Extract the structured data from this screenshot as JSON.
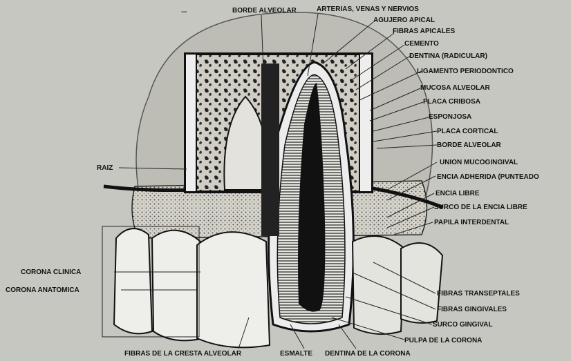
{
  "labels": {
    "top_blurred": "...",
    "borde_alveolar_top": "BORDE ALVEOLAR",
    "arterias": "ARTERIAS, VENAS Y NERVIOS",
    "agujero_apical": "AGUJERO APICAL",
    "fibras_apicales": "FIBRAS APICALES",
    "cemento": "CEMENTO",
    "dentina_radicular": "DENTINA (RADICULAR)",
    "ligamento": "LIGAMENTO PERIODONTICO",
    "mucosa_alveolar": "MUCOSA ALVEOLAR",
    "placa_cribosa": "PLACA CRIBOSA",
    "esponjosa": "ESPONJOSA",
    "placa_cortical": "PLACA CORTICAL",
    "borde_alveolar_right": "BORDE ALVEOLAR",
    "union_mucogingival": "UNION MUCOGINGIVAL",
    "encia_adherida": "ENCIA ADHERIDA (PUNTEADO",
    "encia_libre": "ENCIA LIBRE",
    "surco_encia_libre": "SURCO DE LA ENCIA LIBRE",
    "papila": "PAPILA INTERDENTAL",
    "raiz": "RAIZ",
    "corona_clinica": "CORONA CLINICA",
    "corona_anatomica": "CORONA ANATOMICA",
    "fibras_transeptales": "FIBRAS TRANSEPTALES",
    "fibras_gingivales": "FIBRAS GINGIVALES",
    "surco_gingival": "SURCO GINGIVAL",
    "pulpa": "PULPA DE LA CORONA",
    "fibras_cresta": "FIBRAS DE LA CRESTA ALVEOLAR",
    "esmalte": "ESMALTE",
    "dentina_corona": "DENTINA DE LA CORONA"
  }
}
